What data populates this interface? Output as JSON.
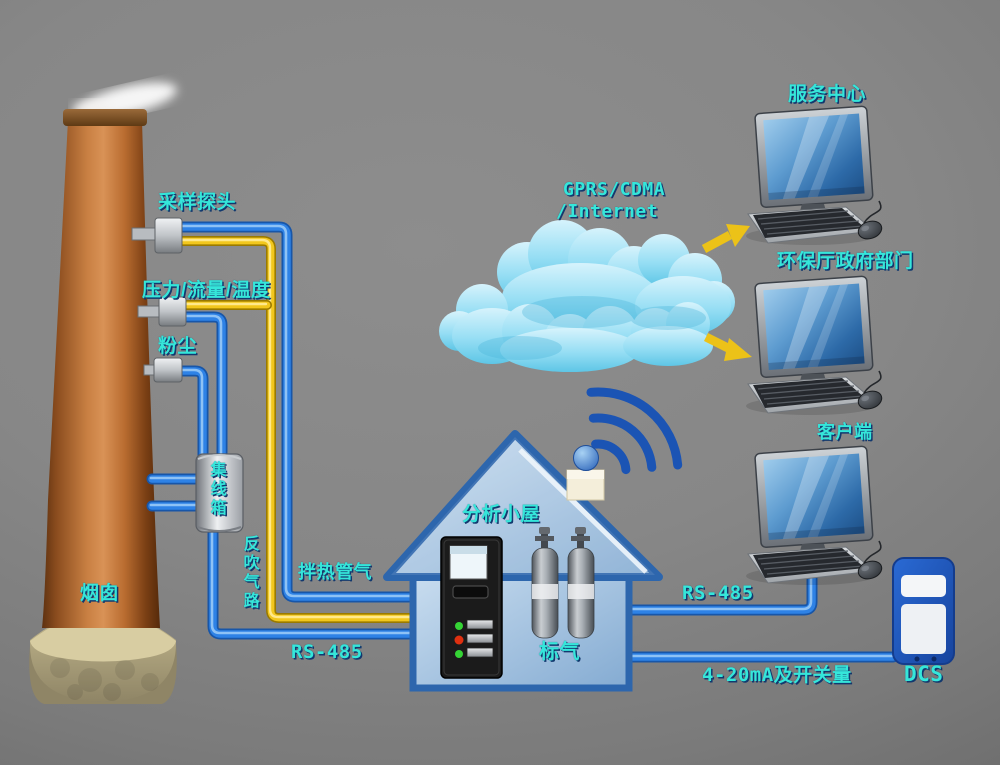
{
  "colors": {
    "background_gray": "#858585",
    "label_cyan": "#35e6da",
    "pipe_blue": "#2e82e6",
    "pipe_yellow": "#f2c71d",
    "house_border_blue": "#2d66ad",
    "cloud_blue": "#8fdbf2",
    "arrow_yellow": "#ecc218",
    "dcs_blue": "#1d55c0",
    "chimney_orange": "#c87f42"
  },
  "chimney": {
    "label": "烟囱"
  },
  "sensors": {
    "probe1": "采样探头",
    "probe2": "压力/流量/温度",
    "probe3": "粉尘"
  },
  "junction_box": {
    "label": "集线箱"
  },
  "lines": {
    "purge": "反吹气路",
    "heated": "拌热管气",
    "rs485_left": "RS-485",
    "rs485_right": "RS-485",
    "analog": "4-20mA及开关量"
  },
  "house": {
    "label": "分析小屋",
    "std_gas": "标气"
  },
  "network": {
    "line1": "GPRS/CDMA",
    "line2": "/Internet"
  },
  "endpoints": {
    "service_center": "服务中心",
    "epa": "环保厅政府部门",
    "client": "客户端",
    "dcs": "DCS"
  }
}
